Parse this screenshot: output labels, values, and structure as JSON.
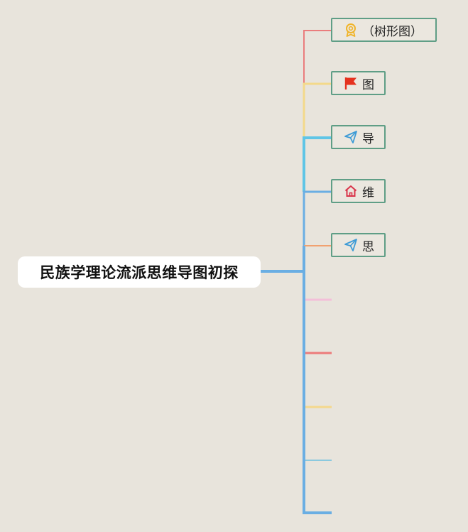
{
  "root": {
    "label": "民族学理论流派思维导图初探"
  },
  "branches": [
    {
      "label": "（树形图）",
      "icon": "award-ribbon-icon",
      "color": "#ea7d7d"
    },
    {
      "label": "图",
      "icon": "red-flag-icon",
      "color": "#f3d98a"
    },
    {
      "label": "导",
      "icon": "paper-plane-icon",
      "color": "#5fc5e6"
    },
    {
      "label": "维",
      "icon": "home-icon",
      "color": "#6aaee3"
    },
    {
      "label": "思",
      "icon": "paper-plane-icon",
      "color": "#f1a170"
    }
  ],
  "empty_branches": [
    {
      "color": "#f3bfd9"
    },
    {
      "color": "#ec7a7a"
    },
    {
      "color": "#f4d88d"
    },
    {
      "color": "#8ac9df"
    },
    {
      "color": "#6aaee3"
    }
  ],
  "colors": {
    "trunk": "#6aaee3",
    "node_border": "#5f9e86",
    "background": "#e8e4dc"
  }
}
